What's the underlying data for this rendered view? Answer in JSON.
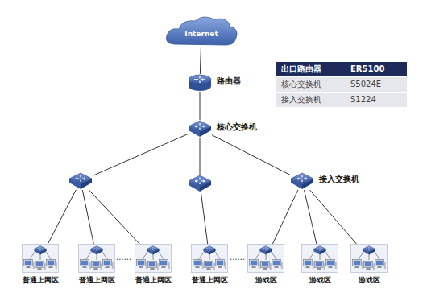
{
  "diagram": {
    "nodes": [
      {
        "text": [
          "Internet"
        ]
      },
      {
        "text": [
          "路由器"
        ]
      },
      {
        "text": [
          "核心交换机"
        ]
      },
      {
        "text": []
      },
      {
        "text": []
      },
      {
        "text": [
          "接入交换机"
        ]
      },
      {
        "text": [
          "普通上网区"
        ]
      },
      {
        "text": [
          "普通上网区"
        ]
      },
      {
        "text": [
          "普通上网区"
        ]
      },
      {
        "text": [
          "普通上网区"
        ]
      },
      {
        "text": [
          "游戏区"
        ]
      },
      {
        "text": [
          "游戏区"
        ]
      },
      {
        "text": [
          "游戏区"
        ]
      }
    ],
    "edges": [
      {
        "from": 0,
        "to": 1,
        "arrow": "none"
      },
      {
        "from": 1,
        "to": 2,
        "arrow": "none"
      },
      {
        "from": 2,
        "to": 3,
        "arrow": "none"
      },
      {
        "from": 2,
        "to": 4,
        "arrow": "none"
      },
      {
        "from": 2,
        "to": 5,
        "arrow": "none"
      },
      {
        "from": 3,
        "to": 6,
        "arrow": "none"
      },
      {
        "from": 3,
        "to": 7,
        "arrow": "none"
      },
      {
        "from": 3,
        "to": 8,
        "arrow": "none"
      },
      {
        "from": 4,
        "to": 9,
        "arrow": "none"
      },
      {
        "from": 5,
        "to": 10,
        "arrow": "none"
      },
      {
        "from": 5,
        "to": 11,
        "arrow": "none"
      },
      {
        "from": 5,
        "to": 12,
        "arrow": "none"
      }
    ],
    "labels": [
      "出口路由器",
      "ER5100",
      "核心交换机",
      "S5024E",
      "接入交换机",
      "S1224",
      "......",
      "......"
    ]
  }
}
